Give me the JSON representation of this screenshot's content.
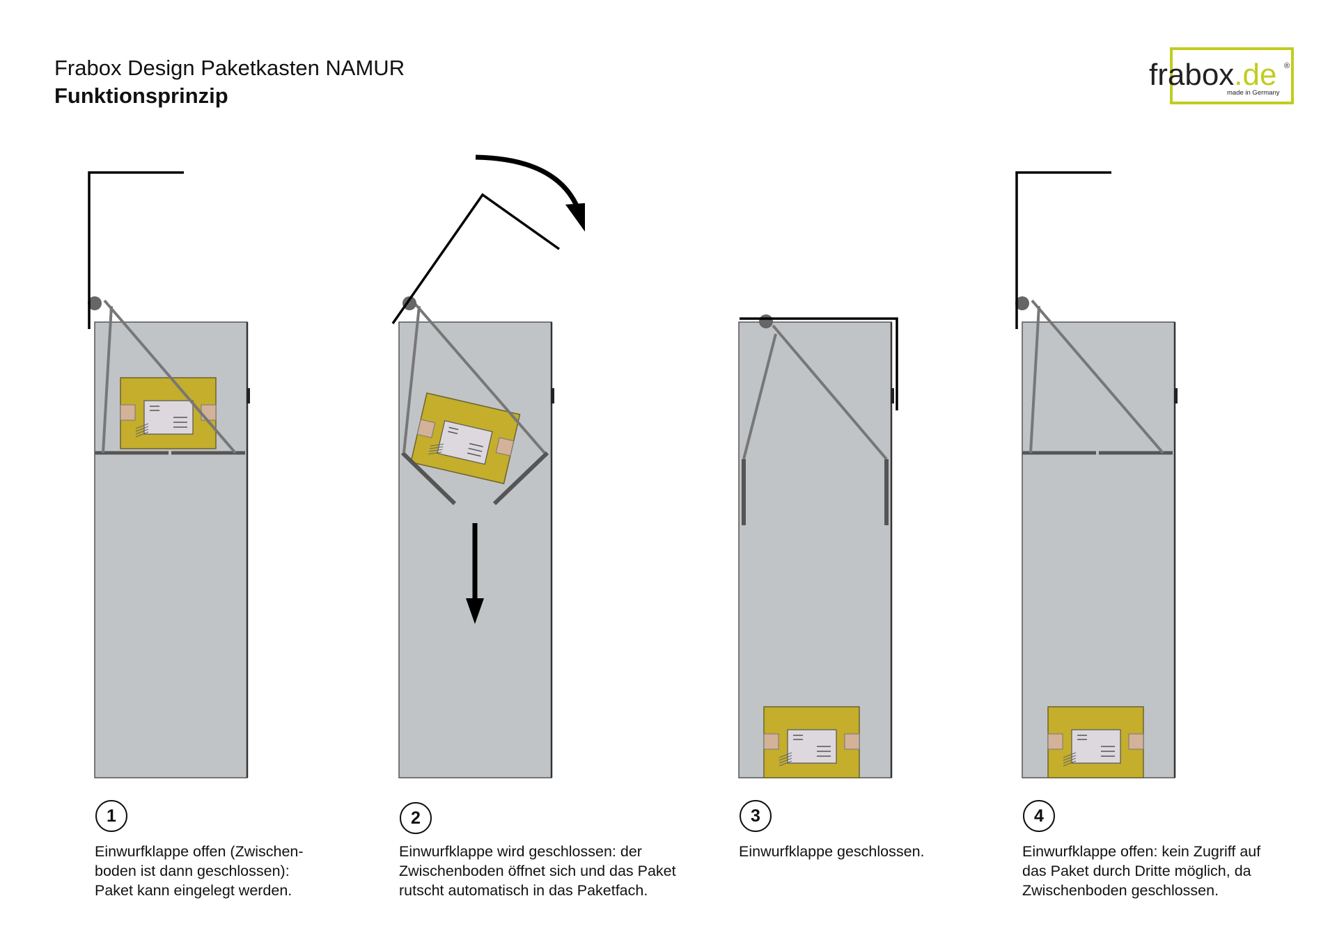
{
  "header": {
    "title": "Frabox Design Paketkasten NAMUR",
    "subtitle": "Funktionsprinzip"
  },
  "logo": {
    "text_main": "frabox",
    "text_dot": ".",
    "text_tld": "de",
    "registered": "®",
    "tagline": "made in Germany",
    "accent_color": "#c2cc1f"
  },
  "colors": {
    "box_fill": "#c0c4c6",
    "mechanism": "#777777",
    "parcel_fill": "#c4ae2b",
    "parcel_label": "#ddd8de",
    "parcel_tape": "#d4b29a",
    "line": "#000000"
  },
  "steps": [
    {
      "number": "1",
      "caption": "Einwurfklappe offen (Zwischen-\nboden ist dann geschlossen):\nPaket kann eingelegt werden."
    },
    {
      "number": "2",
      "caption": "Einwurfklappe wird geschlossen: der\nZwischenboden öffnet sich und das Paket\nrutscht automatisch in das Paketfach."
    },
    {
      "number": "3",
      "caption": "Einwurfklappe geschlossen."
    },
    {
      "number": "4",
      "caption": "Einwurfklappe offen: kein Zugriff auf\ndas Paket durch Dritte möglich, da\nZwischenboden geschlossen."
    }
  ]
}
